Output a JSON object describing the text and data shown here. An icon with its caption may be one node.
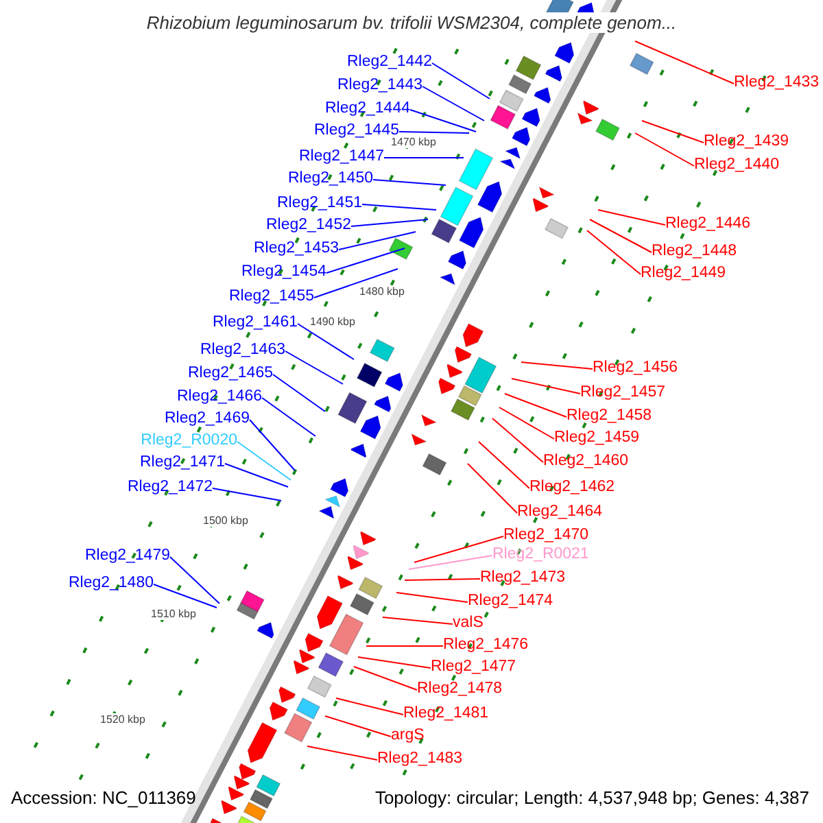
{
  "diagram": {
    "title": "Rhizobium leguminosarum bv. trifolii WSM2304, complete genom...",
    "nodes": [
      {
        "text": [
          "Rleg2_1442"
        ]
      },
      {
        "text": [
          "Rleg2_1433"
        ]
      },
      {
        "text": [
          "Rleg2_1443"
        ]
      },
      {
        "text": [
          "Rleg2_1444"
        ]
      },
      {
        "text": [
          "Rleg2_1445"
        ]
      },
      {
        "text": [
          "Rleg2_1439"
        ]
      },
      {
        "text": [
          "Rleg2_1447"
        ]
      },
      {
        "text": [
          "Rleg2_1440"
        ]
      },
      {
        "text": [
          "Rleg2_1450"
        ]
      },
      {
        "text": [
          "Rleg2_1451"
        ]
      },
      {
        "text": [
          "Rleg2_1446"
        ]
      },
      {
        "text": [
          "Rleg2_1452"
        ]
      },
      {
        "text": [
          "Rleg2_1453"
        ]
      },
      {
        "text": [
          "Rleg2_1448"
        ]
      },
      {
        "text": [
          "Rleg2_1454"
        ]
      },
      {
        "text": [
          "Rleg2_1449"
        ]
      },
      {
        "text": [
          "Rleg2_1455"
        ]
      },
      {
        "text": [
          "Rleg2_1461"
        ]
      },
      {
        "text": [
          "Rleg2_1463"
        ]
      },
      {
        "text": [
          "Rleg2_1456"
        ]
      },
      {
        "text": [
          "Rleg2_1465"
        ]
      },
      {
        "text": [
          "Rleg2_1457"
        ]
      },
      {
        "text": [
          "Rleg2_1466"
        ]
      },
      {
        "text": [
          "Rleg2_1458"
        ]
      },
      {
        "text": [
          "Rleg2_1469"
        ]
      },
      {
        "text": [
          "Rleg2_1459"
        ]
      },
      {
        "text": [
          "Rleg2_R0020"
        ]
      },
      {
        "text": [
          "Rleg2_1460"
        ]
      },
      {
        "text": [
          "Rleg2_1471"
        ]
      },
      {
        "text": [
          "Rleg2_1462"
        ]
      },
      {
        "text": [
          "Rleg2_1472"
        ]
      },
      {
        "text": [
          "Rleg2_1464"
        ]
      },
      {
        "text": [
          "Rleg2_1470"
        ]
      },
      {
        "text": [
          "Rleg2_R0021"
        ]
      },
      {
        "text": [
          "Rleg2_1479"
        ]
      },
      {
        "text": [
          "Rleg2_1473"
        ]
      },
      {
        "text": [
          "Rleg2_1480"
        ]
      },
      {
        "text": [
          "Rleg2_1474"
        ]
      },
      {
        "text": [
          "valS"
        ]
      },
      {
        "text": [
          "Rleg2_1476"
        ]
      },
      {
        "text": [
          "Rleg2_1477"
        ]
      },
      {
        "text": [
          "Rleg2_1478"
        ]
      },
      {
        "text": [
          "Rleg2_1481"
        ]
      },
      {
        "text": [
          "argS"
        ]
      },
      {
        "text": [
          "Rleg2_1483"
        ]
      }
    ],
    "edges": [
      {
        "from": 0,
        "to": null,
        "arrow": "none",
        "color": "#0000ff"
      },
      {
        "from": 1,
        "to": null,
        "arrow": "none",
        "color": "#ff0000"
      },
      {
        "from": 2,
        "to": null,
        "arrow": "none",
        "color": "#0000ff"
      },
      {
        "from": 3,
        "to": null,
        "arrow": "none",
        "color": "#0000ff"
      },
      {
        "from": 4,
        "to": null,
        "arrow": "none",
        "color": "#0000ff"
      },
      {
        "from": 5,
        "to": null,
        "arrow": "none",
        "color": "#ff0000"
      },
      {
        "from": 6,
        "to": null,
        "arrow": "none",
        "color": "#0000ff"
      },
      {
        "from": 7,
        "to": null,
        "arrow": "none",
        "color": "#ff0000"
      },
      {
        "from": 8,
        "to": null,
        "arrow": "none",
        "color": "#0000ff"
      },
      {
        "from": 9,
        "to": null,
        "arrow": "none",
        "color": "#0000ff"
      },
      {
        "from": 10,
        "to": null,
        "arrow": "none",
        "color": "#ff0000"
      },
      {
        "from": 11,
        "to": null,
        "arrow": "none",
        "color": "#0000ff"
      },
      {
        "from": 12,
        "to": null,
        "arrow": "none",
        "color": "#0000ff"
      },
      {
        "from": 13,
        "to": null,
        "arrow": "none",
        "color": "#ff0000"
      },
      {
        "from": 14,
        "to": null,
        "arrow": "none",
        "color": "#0000ff"
      },
      {
        "from": 15,
        "to": null,
        "arrow": "none",
        "color": "#ff0000"
      },
      {
        "from": 16,
        "to": null,
        "arrow": "none",
        "color": "#0000ff"
      },
      {
        "from": 17,
        "to": null,
        "arrow": "none",
        "color": "#0000ff"
      },
      {
        "from": 18,
        "to": null,
        "arrow": "none",
        "color": "#0000ff"
      },
      {
        "from": 19,
        "to": null,
        "arrow": "none",
        "color": "#ff0000"
      },
      {
        "from": 20,
        "to": null,
        "arrow": "none",
        "color": "#0000ff"
      },
      {
        "from": 21,
        "to": null,
        "arrow": "none",
        "color": "#ff0000"
      },
      {
        "from": 22,
        "to": null,
        "arrow": "none",
        "color": "#0000ff"
      },
      {
        "from": 23,
        "to": null,
        "arrow": "none",
        "color": "#ff0000"
      },
      {
        "from": 24,
        "to": null,
        "arrow": "none",
        "color": "#0000ff"
      },
      {
        "from": 25,
        "to": null,
        "arrow": "none",
        "color": "#ff0000"
      },
      {
        "from": 26,
        "to": null,
        "arrow": "none",
        "color": "#33ccff"
      },
      {
        "from": 27,
        "to": null,
        "arrow": "none",
        "color": "#ff0000"
      },
      {
        "from": 28,
        "to": null,
        "arrow": "none",
        "color": "#0000ff"
      },
      {
        "from": 29,
        "to": null,
        "arrow": "none",
        "color": "#ff0000"
      },
      {
        "from": 30,
        "to": null,
        "arrow": "none",
        "color": "#0000ff"
      },
      {
        "from": 31,
        "to": null,
        "arrow": "none",
        "color": "#ff0000"
      },
      {
        "from": 32,
        "to": null,
        "arrow": "none",
        "color": "#ff0000"
      },
      {
        "from": 33,
        "to": null,
        "arrow": "none",
        "color": "#ff99cc"
      },
      {
        "from": 34,
        "to": null,
        "arrow": "none",
        "color": "#0000ff"
      },
      {
        "from": 35,
        "to": null,
        "arrow": "none",
        "color": "#ff0000"
      },
      {
        "from": 36,
        "to": null,
        "arrow": "none",
        "color": "#0000ff"
      },
      {
        "from": 37,
        "to": null,
        "arrow": "none",
        "color": "#ff0000"
      },
      {
        "from": 38,
        "to": null,
        "arrow": "none",
        "color": "#ff0000"
      },
      {
        "from": 39,
        "to": null,
        "arrow": "none",
        "color": "#ff0000"
      },
      {
        "from": 40,
        "to": null,
        "arrow": "none",
        "color": "#ff0000"
      },
      {
        "from": 41,
        "to": null,
        "arrow": "none",
        "color": "#ff0000"
      },
      {
        "from": 42,
        "to": null,
        "arrow": "none",
        "color": "#ff0000"
      },
      {
        "from": 43,
        "to": null,
        "arrow": "none",
        "color": "#ff0000"
      },
      {
        "from": 44,
        "to": null,
        "arrow": "none",
        "color": "#ff0000"
      }
    ],
    "labels": [
      "1470 kbp",
      "1480 kbp",
      "1490 kbp",
      "1500 kbp",
      "1510 kbp",
      "1520 kbp",
      "Accession: NC_011369",
      "Topology: circular; Length: 4,537,948 bp; Genes: 4,387"
    ]
  }
}
